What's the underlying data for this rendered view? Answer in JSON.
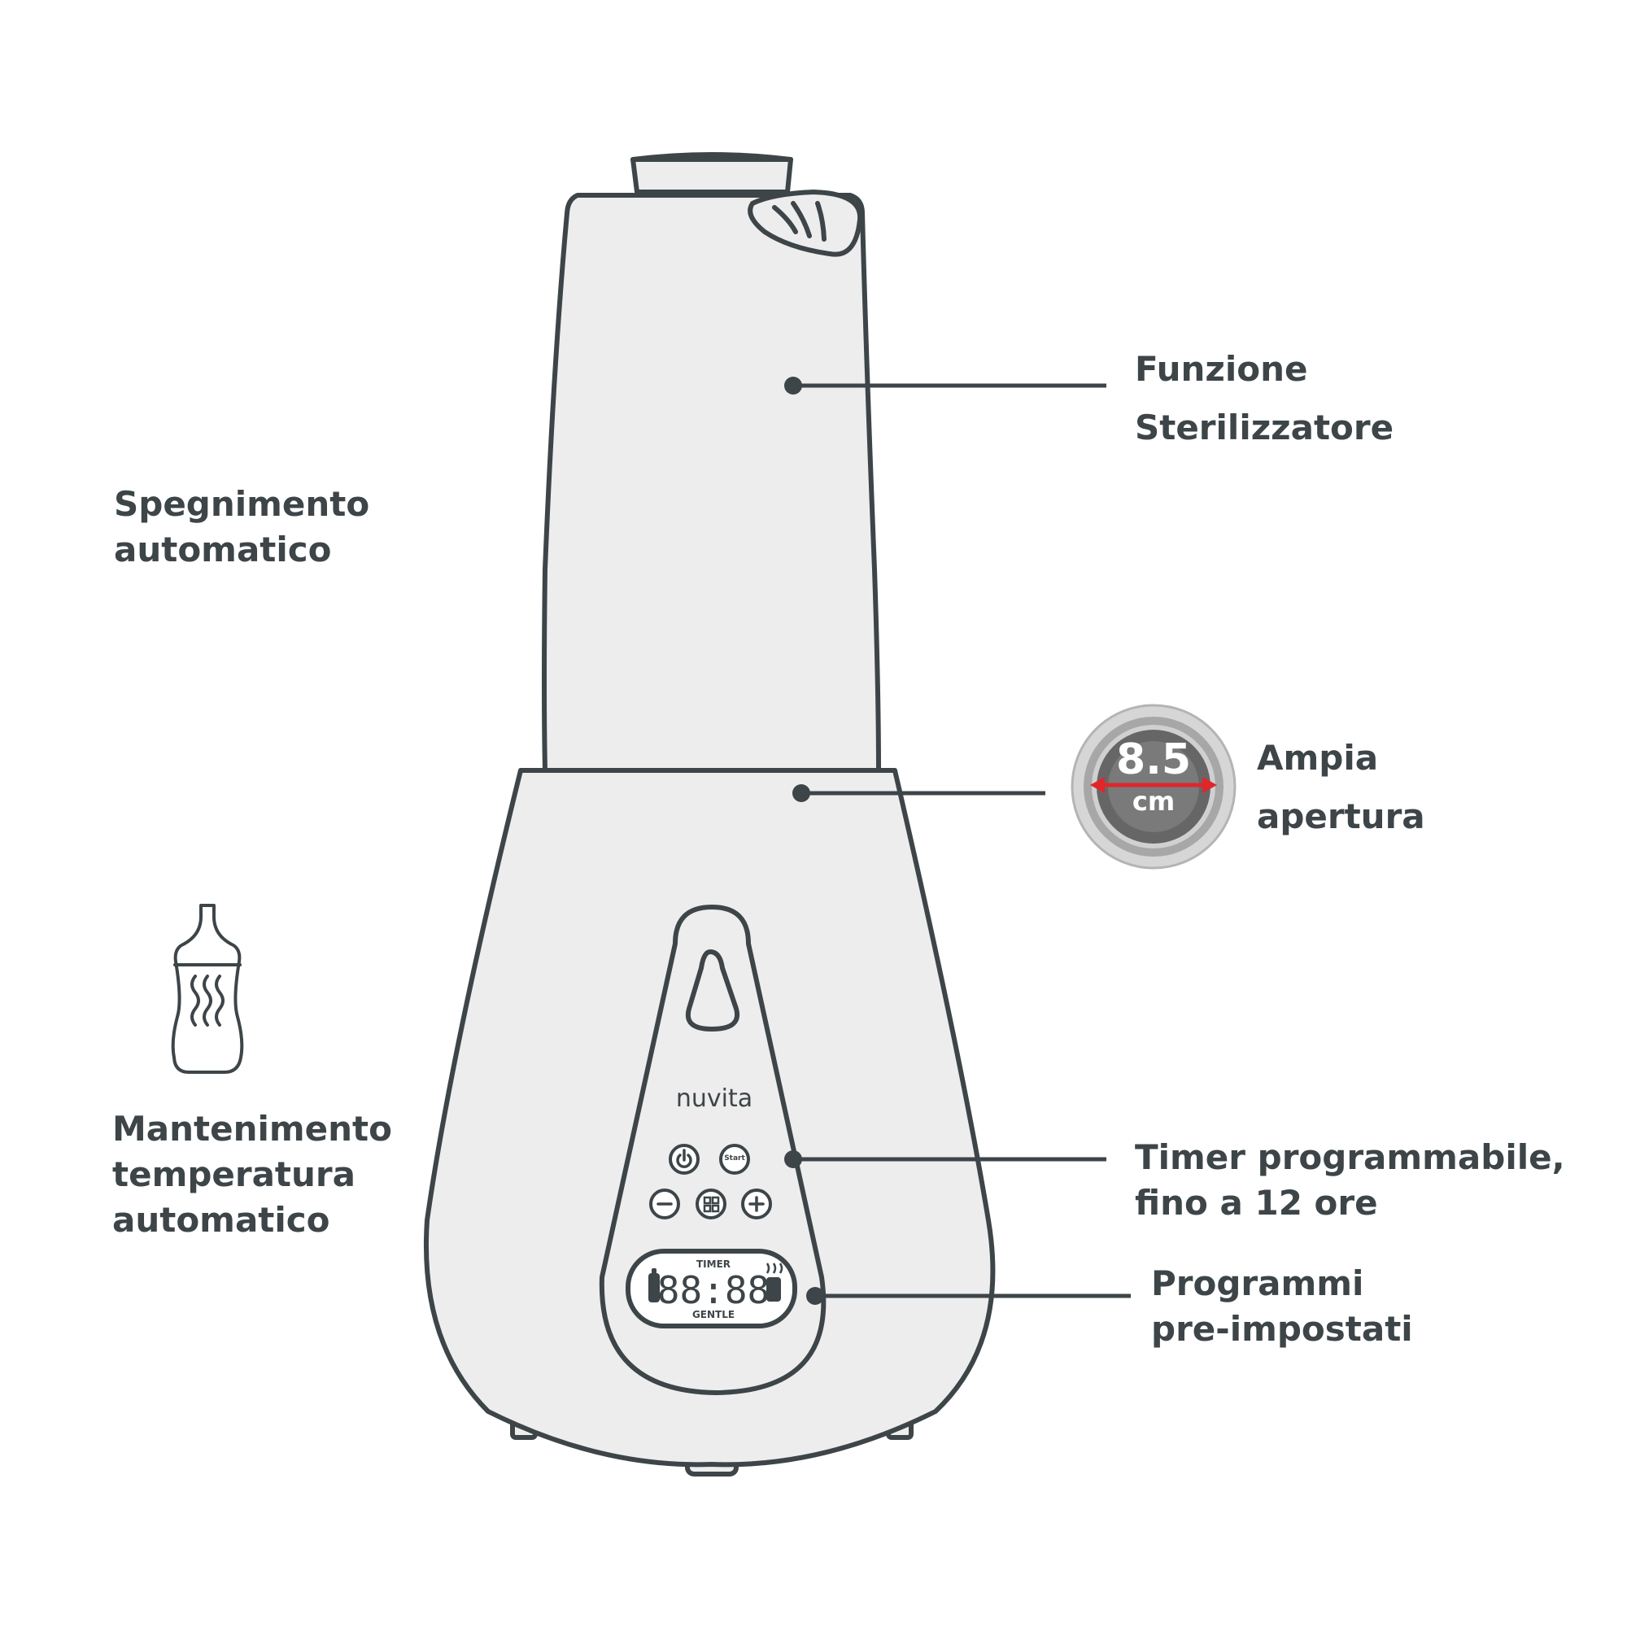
{
  "callouts": {
    "sterilizer": [
      "Funzione",
      "Sterilizzatore"
    ],
    "auto_off": [
      "Spegnimento",
      "automatico"
    ],
    "opening": [
      "Ampia",
      "apertura"
    ],
    "keep_warm": [
      "Mantenimento",
      "temperatura",
      "automatico"
    ],
    "timer": [
      "Timer programmabile,",
      "fino a 12 ore"
    ],
    "programs": [
      "Programmi",
      "pre-impostati"
    ]
  },
  "opening_badge": {
    "value": "8.5",
    "unit": "cm"
  },
  "device": {
    "brand": "nuvita",
    "start_label": "Start",
    "display": {
      "top_label": "TIMER",
      "digits": "88:88",
      "bottom_label": "GENTLE"
    }
  },
  "icons": {
    "bottle": "baby-bottle-warm-icon",
    "power": "power-icon",
    "start": "start-icon",
    "minus": "minus-icon",
    "menu": "program-grid-icon",
    "plus": "plus-icon",
    "steam": "steam-icon"
  },
  "colors": {
    "outline": "#3d4548",
    "device_fill": "#ededee",
    "text": "#3d4548",
    "accent_red": "#e0262b"
  }
}
